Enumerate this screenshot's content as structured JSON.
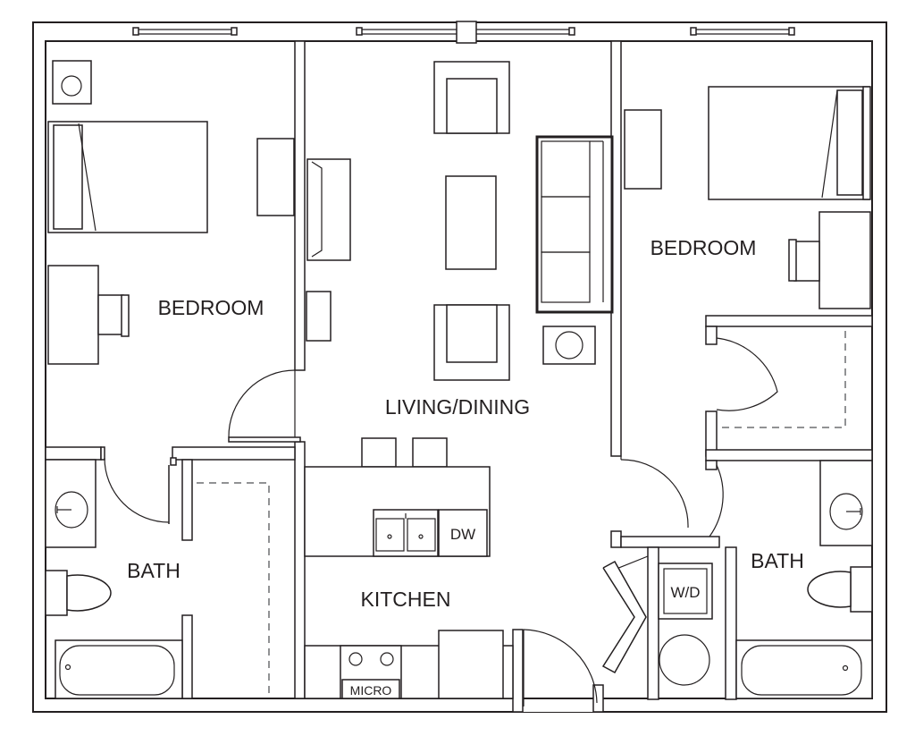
{
  "rooms": {
    "bedroom_left": "BEDROOM",
    "bedroom_right": "BEDROOM",
    "living_dining": "LIVING/DINING",
    "kitchen": "KITCHEN",
    "bath_left": "BATH",
    "bath_right": "BATH"
  },
  "appliances": {
    "dishwasher": "DW",
    "microwave": "MICRO",
    "washer_dryer": "W/D"
  },
  "colors": {
    "line": "#231f20",
    "dashed": "#6d6e71",
    "background": "#ffffff"
  }
}
